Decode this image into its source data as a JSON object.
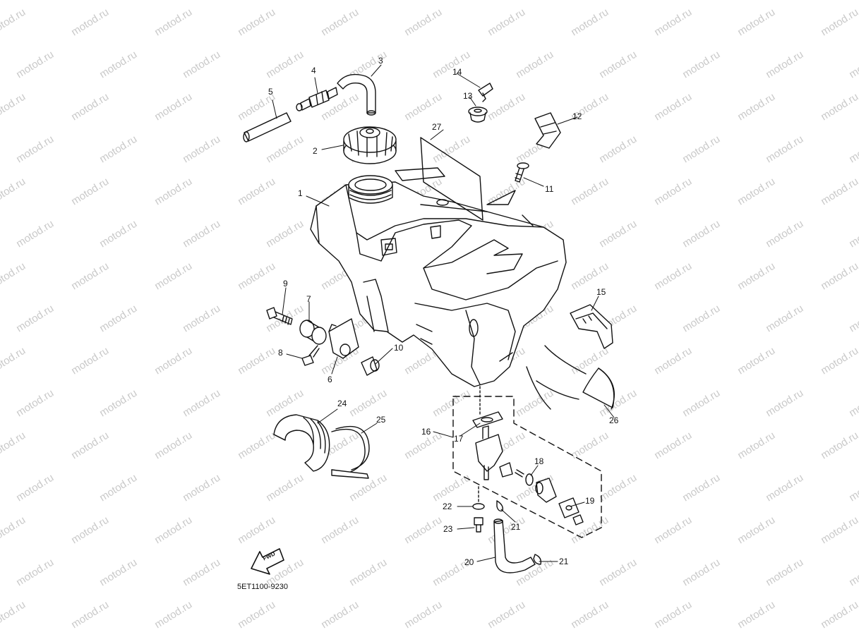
{
  "watermark": {
    "text": "motod.ru"
  },
  "diagram_code": "5ET1100-9230",
  "fwd_label": "FWD",
  "callouts": [
    "1",
    "2",
    "3",
    "4",
    "5",
    "6",
    "7",
    "8",
    "9",
    "10",
    "11",
    "12",
    "13",
    "14",
    "15",
    "16",
    "17",
    "18",
    "19",
    "20",
    "21",
    "21",
    "22",
    "23",
    "24",
    "25",
    "26",
    "27"
  ]
}
